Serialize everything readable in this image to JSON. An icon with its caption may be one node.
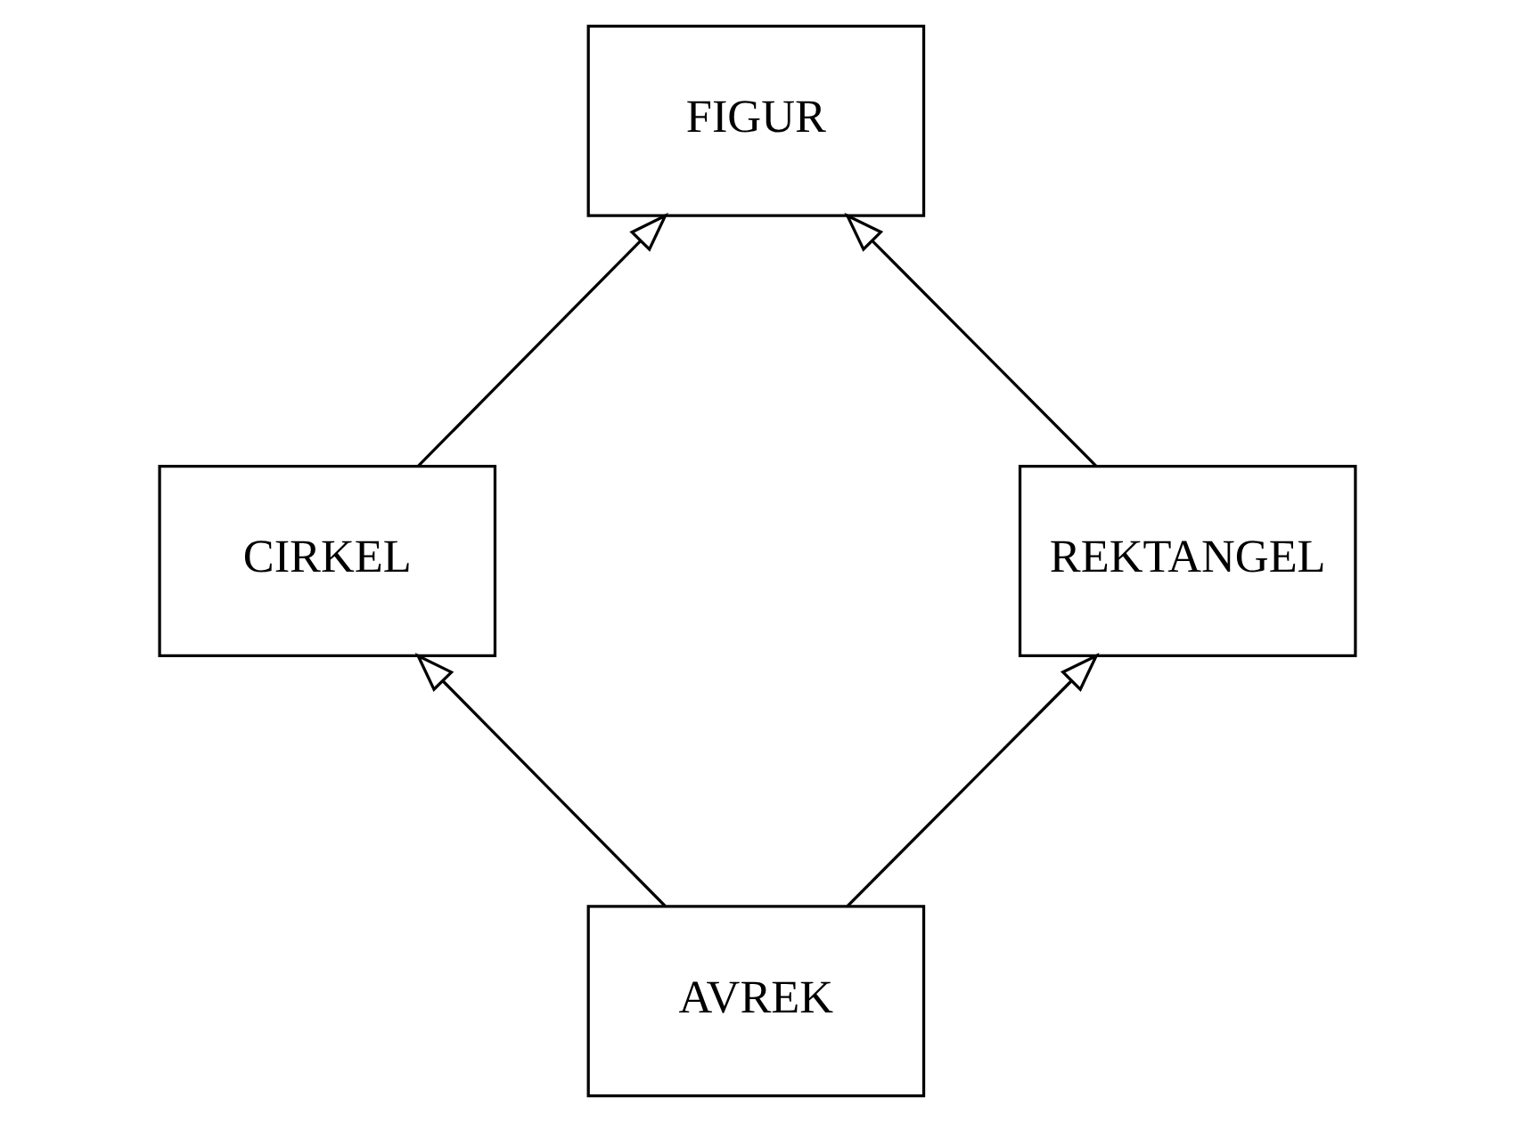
{
  "diagram": {
    "nodes": [
      {
        "text": [
          "FIGUR"
        ]
      },
      {
        "text": [
          "CIRKEL"
        ]
      },
      {
        "text": [
          "REKTANGEL"
        ]
      },
      {
        "text": [
          "AVREK"
        ]
      }
    ],
    "edges": [
      {
        "from": 1,
        "to": 0,
        "arrow": "to"
      },
      {
        "from": 2,
        "to": 0,
        "arrow": "to"
      },
      {
        "from": 3,
        "to": 1,
        "arrow": "to"
      },
      {
        "from": 3,
        "to": 2,
        "arrow": "to"
      }
    ]
  }
}
